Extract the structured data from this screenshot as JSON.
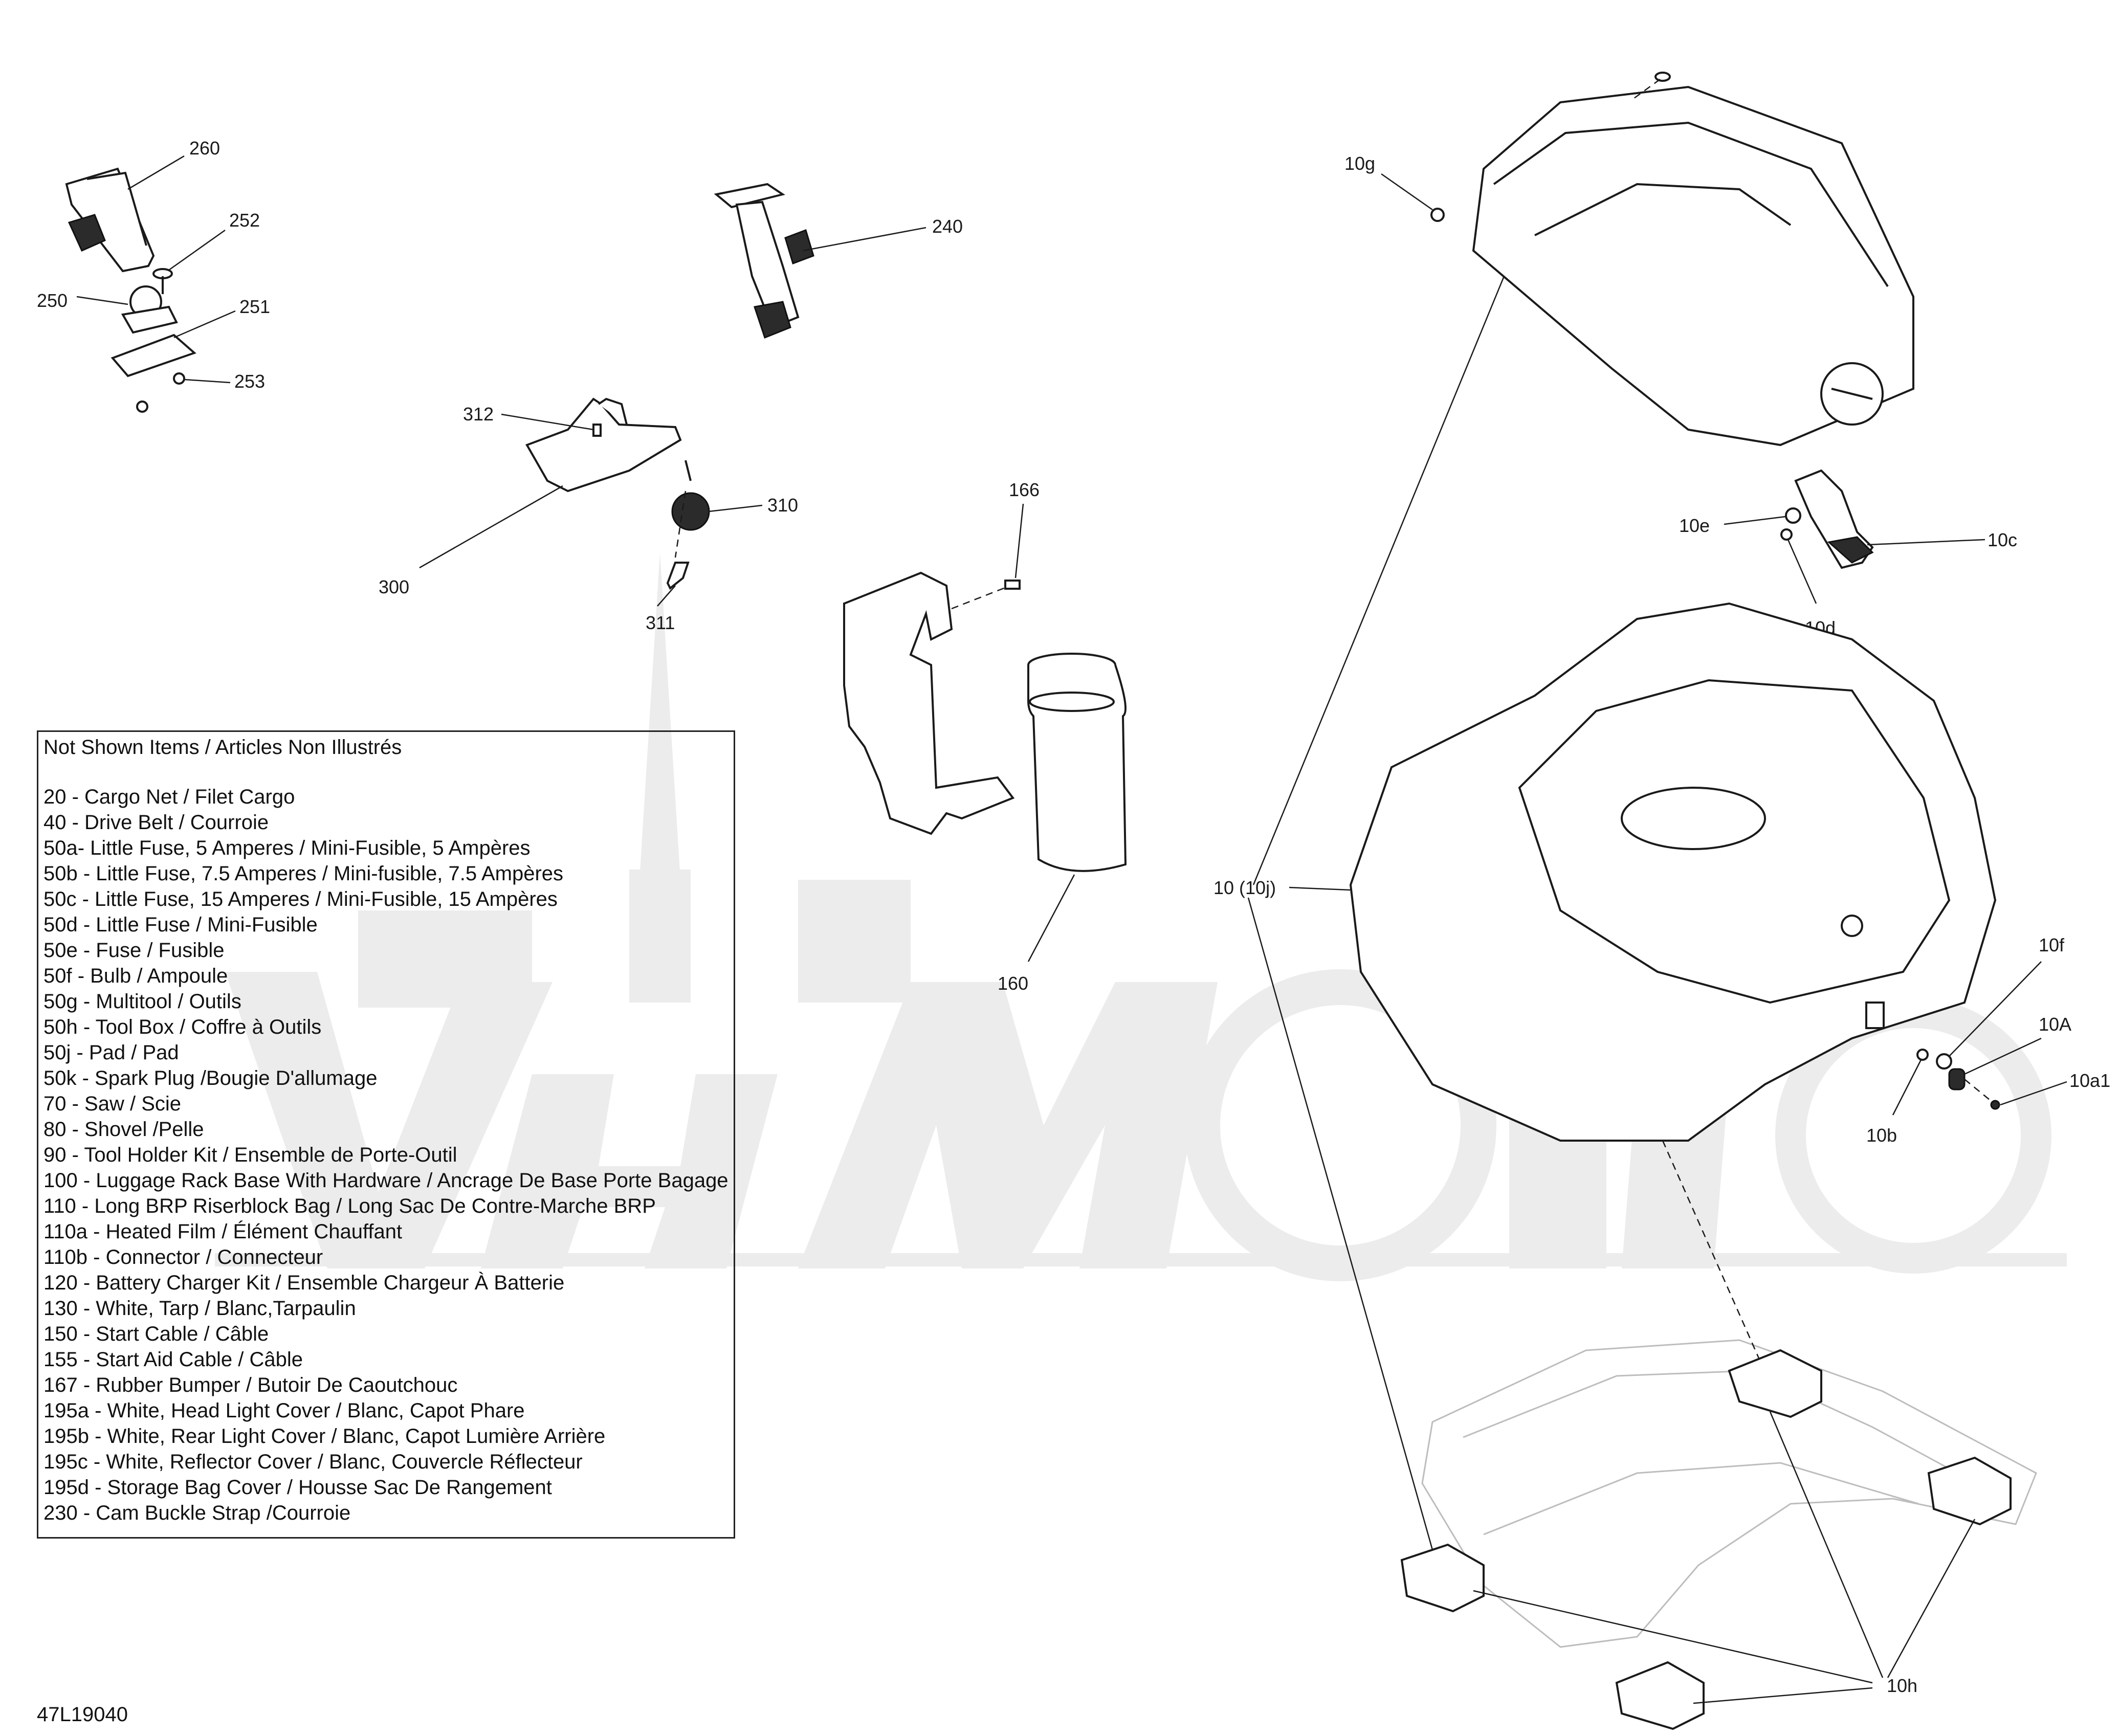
{
  "figure_id": "47L19040",
  "not_shown": {
    "title": "Not Shown Items / Articles Non Illustrés",
    "items": [
      "20 - Cargo Net / Filet Cargo",
      "40 - Drive Belt / Courroie",
      "50a- Little Fuse, 5  Amperes / Mini-Fusible, 5 Ampères",
      "50b - Little Fuse, 7.5 Amperes / Mini-fusible, 7.5 Ampères",
      "50c - Little Fuse, 15 Amperes / Mini-Fusible, 15 Ampères",
      "50d - Little Fuse / Mini-Fusible",
      "50e - Fuse / Fusible",
      "50f - Bulb / Ampoule",
      "50g - Multitool / Outils",
      "50h - Tool Box / Coffre à Outils",
      "50j - Pad / Pad",
      "50k - Spark Plug /Bougie D'allumage",
      "70 - Saw / Scie",
      "80 - Shovel /Pelle",
      "90 - Tool Holder Kit / Ensemble de Porte-Outil",
      "100 - Luggage Rack Base With Hardware / Ancrage De Base Porte Bagage",
      "110 - Long BRP Riserblock Bag / Long Sac De Contre-Marche BRP",
      "110a - Heated Film / Élément Chauffant",
      "110b - Connector / Connecteur",
      "120 - Battery Charger Kit / Ensemble Chargeur À Batterie",
      "130 - White, Tarp /  Blanc,Tarpaulin",
      "150 - Start Cable / Câble",
      "155 - Start Aid Cable / Câble",
      "167 - Rubber Bumper / Butoir De Caoutchouc",
      "195a - White, Head Light Cover / Blanc, Capot Phare",
      "195b - White, Rear Light Cover / Blanc, Capot Lumière Arrière",
      "195c - White, Reflector Cover / Blanc, Couvercle Réflecteur",
      "195d - Storage Bag Cover / Housse Sac De Rangement",
      "230 - Cam Buckle Strap /Courroie"
    ]
  },
  "callouts": {
    "c260": "260",
    "c252": "252",
    "c250": "250",
    "c251": "251",
    "c253": "253",
    "c240": "240",
    "c312": "312",
    "c310": "310",
    "c300": "300",
    "c311": "311",
    "c166": "166",
    "c160": "160",
    "c10g": "10g",
    "c10e": "10e",
    "c10c": "10c",
    "c10d": "10d",
    "c10_10j": "10 (10j)",
    "c10f": "10f",
    "c10A": "10A",
    "c10a1": "10a1",
    "c10b": "10b",
    "c10h": "10h"
  }
}
